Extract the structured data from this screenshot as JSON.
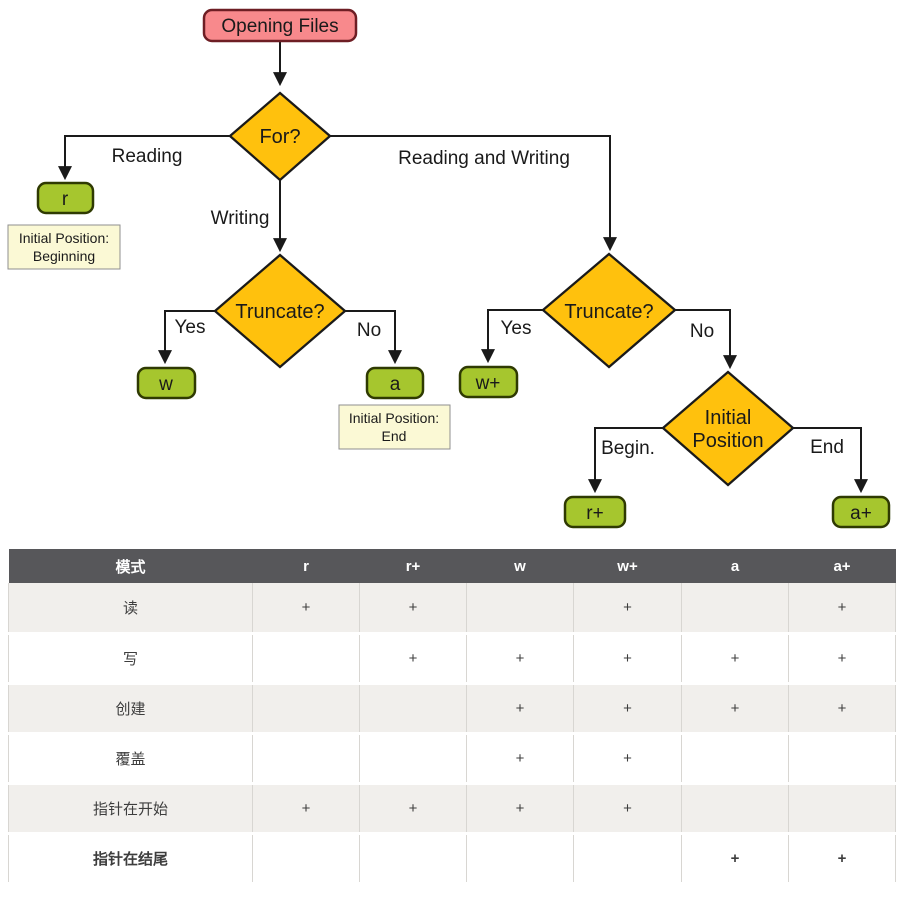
{
  "colors": {
    "start_fill": "#f8898c",
    "start_border": "#6e1e24",
    "decision_fill": "#ffc10d",
    "decision_border": "#1a1a1a",
    "mode_fill": "#a6c62e",
    "mode_border": "#2f3a02",
    "note_fill": "#fbf9d5",
    "note_border": "#8f8f8f",
    "header_bg": "#57575a",
    "header_text": "#ffffff",
    "row_alt_bg": "#f1efec",
    "row_bg": "#ffffff"
  },
  "flowchart": {
    "start": "Opening Files",
    "decisions": {
      "for": "For?",
      "truncate_w": "Truncate?",
      "truncate_rw": "Truncate?",
      "initial_line1": "Initial",
      "initial_line2": "Position"
    },
    "modes": {
      "r": "r",
      "w": "w",
      "a": "a",
      "w_plus": "w+",
      "r_plus": "r+",
      "a_plus": "a+"
    },
    "edges": {
      "reading": "Reading",
      "writing": "Writing",
      "reading_writing": "Reading and Writing",
      "yes1": "Yes",
      "no1": "No",
      "yes2": "Yes",
      "no2": "No",
      "begin": "Begin.",
      "end": "End"
    },
    "notes": {
      "beginning_line1": "Initial Position:",
      "beginning_line2": "Beginning",
      "end_line1": "Initial Position:",
      "end_line2": "End"
    }
  },
  "table": {
    "headers": [
      "模式",
      "r",
      "r+",
      "w",
      "w+",
      "a",
      "a+"
    ],
    "rows": [
      {
        "label": "读",
        "cells": [
          "+",
          "+",
          "",
          "+",
          "",
          "+"
        ]
      },
      {
        "label": "写",
        "cells": [
          "",
          "+",
          "+",
          "+",
          "+",
          "+"
        ]
      },
      {
        "label": "创建",
        "cells": [
          "",
          "",
          "+",
          "+",
          "+",
          "+"
        ]
      },
      {
        "label": "覆盖",
        "cells": [
          "",
          "",
          "+",
          "+",
          "",
          ""
        ]
      },
      {
        "label": "指针在开始",
        "cells": [
          "+",
          "+",
          "+",
          "+",
          "",
          ""
        ]
      },
      {
        "label": "指针在结尾",
        "cells": [
          "",
          "",
          "",
          "",
          "+",
          "+"
        ]
      }
    ]
  }
}
